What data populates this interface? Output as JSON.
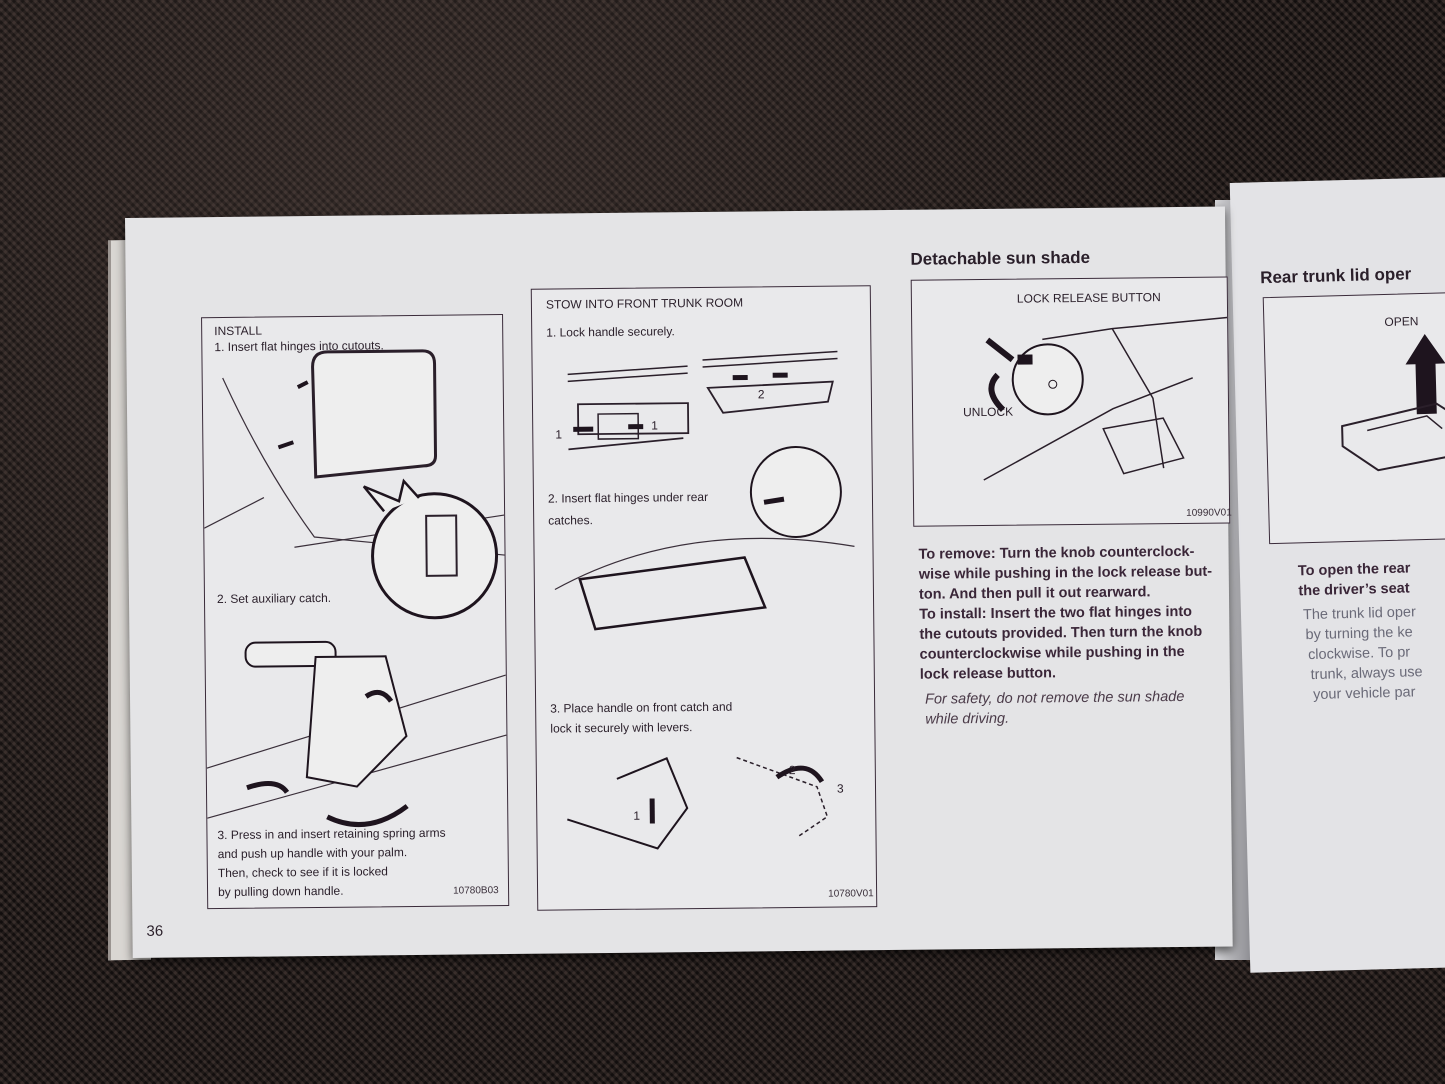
{
  "left_page": {
    "page_number": "36",
    "install_panel": {
      "title": "INSTALL",
      "step1": "1. Insert flat hinges into cutouts.",
      "step2": "2. Set auxiliary catch.",
      "step3": [
        "3. Press in and insert retaining spring arms",
        "and push up handle with your palm.",
        "Then, check to see if it is locked",
        "by pulling down handle."
      ],
      "figure_code": "10780B03"
    },
    "stow_panel": {
      "title": "STOW INTO FRONT TRUNK ROOM",
      "step1": "1. Lock handle securely.",
      "step2": [
        "2. Insert flat hinges under rear",
        "catches."
      ],
      "step3": [
        "3. Place handle on front catch and",
        "lock it securely with levers."
      ],
      "callouts": [
        "1",
        "1",
        "2",
        "1",
        "2",
        "3"
      ],
      "figure_code": "10780V01"
    },
    "sun_shade": {
      "heading": "Detachable sun shade",
      "label_lock_release": "LOCK RELEASE BUTTON",
      "label_unlock": "UNLOCK",
      "figure_code": "10990V01",
      "remove_lines": [
        "To remove: Turn the knob counterclock-",
        "wise while pushing in the lock release but-",
        "ton. And then pull it out rearward."
      ],
      "install_lines": [
        "To install: Insert the two flat hinges into",
        "the cutouts provided. Then turn the knob",
        "counterclockwise while pushing in the",
        "lock release button."
      ],
      "safety_lines": [
        "For safety, do not remove the sun shade",
        "while driving."
      ]
    }
  },
  "right_page": {
    "heading": "Rear trunk lid oper",
    "label_open": "OPEN",
    "bold_lines": [
      "To open the rear",
      "the driver’s seat"
    ],
    "body_lines": [
      "The trunk lid oper",
      "by turning the ke",
      "clockwise. To pr",
      "trunk, always use",
      "your vehicle par"
    ]
  }
}
